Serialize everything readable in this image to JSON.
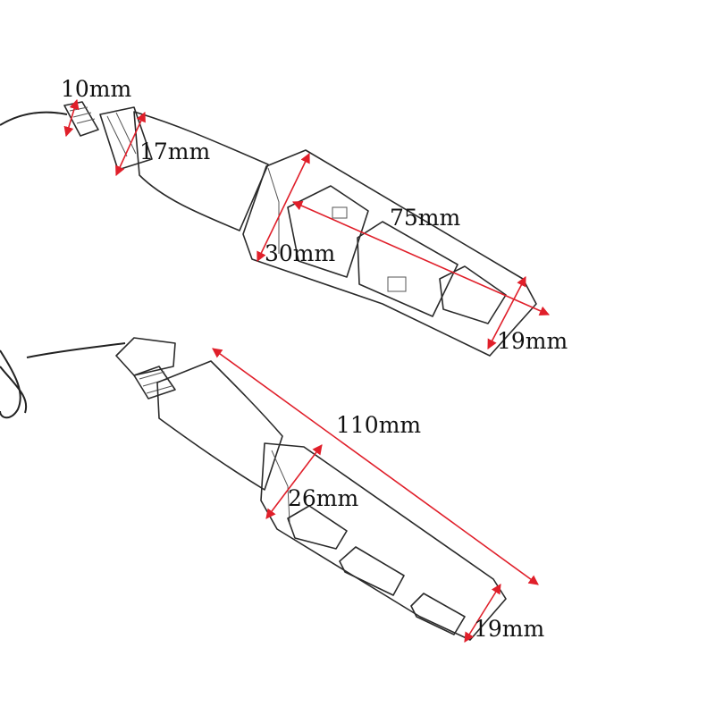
{
  "colors": {
    "dimension": "#e01f2a",
    "outline": "#2a2a2a",
    "background": "#ffffff"
  },
  "upper_signal": {
    "dimensions": {
      "thread_diameter": "10mm",
      "nut_diameter": "17mm",
      "body_width": "30mm",
      "lens_length": "75mm",
      "tip_width": "19mm"
    }
  },
  "lower_signal": {
    "dimensions": {
      "total_length": "110mm",
      "body_width": "26mm",
      "tip_width": "19mm"
    }
  }
}
